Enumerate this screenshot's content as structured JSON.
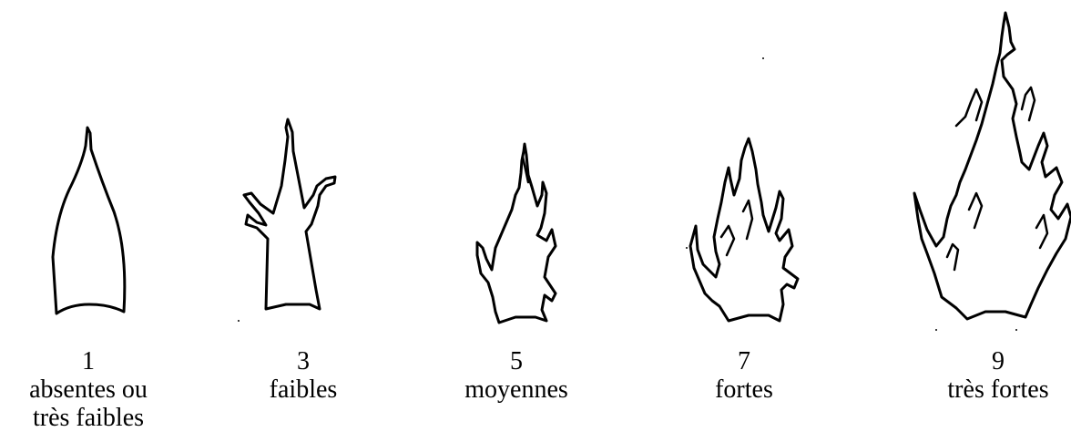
{
  "levels": [
    {
      "value": "1",
      "description_line1": "absentes ou",
      "description_line2": "très faibles"
    },
    {
      "value": "3",
      "description_line1": "faibles",
      "description_line2": ""
    },
    {
      "value": "5",
      "description_line1": "moyennes",
      "description_line2": ""
    },
    {
      "value": "7",
      "description_line1": "fortes",
      "description_line2": ""
    },
    {
      "value": "9",
      "description_line1": "très fortes",
      "description_line2": ""
    }
  ],
  "colors": {
    "line": "#000000",
    "background": "#ffffff"
  }
}
